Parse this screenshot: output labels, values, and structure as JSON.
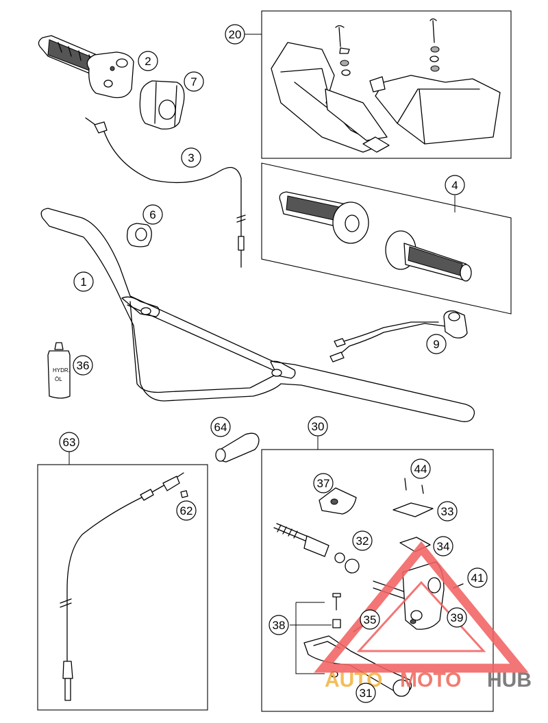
{
  "diagram": {
    "callouts": [
      {
        "id": "c1",
        "label": "1"
      },
      {
        "id": "c2",
        "label": "2"
      },
      {
        "id": "c3",
        "label": "3"
      },
      {
        "id": "c4",
        "label": "4"
      },
      {
        "id": "c6",
        "label": "6"
      },
      {
        "id": "c7",
        "label": "7"
      },
      {
        "id": "c9",
        "label": "9"
      },
      {
        "id": "c20",
        "label": "20"
      },
      {
        "id": "c30",
        "label": "30"
      },
      {
        "id": "c31",
        "label": "31"
      },
      {
        "id": "c32",
        "label": "32"
      },
      {
        "id": "c33",
        "label": "33"
      },
      {
        "id": "c34",
        "label": "34"
      },
      {
        "id": "c35",
        "label": "35"
      },
      {
        "id": "c36",
        "label": "36"
      },
      {
        "id": "c37",
        "label": "37"
      },
      {
        "id": "c38",
        "label": "38"
      },
      {
        "id": "c39",
        "label": "39"
      },
      {
        "id": "c41",
        "label": "41"
      },
      {
        "id": "c44",
        "label": "44"
      },
      {
        "id": "c62",
        "label": "62"
      },
      {
        "id": "c63",
        "label": "63"
      },
      {
        "id": "c64",
        "label": "64"
      }
    ],
    "bottle_label_line1": "HYDR.",
    "bottle_label_line2": "ÖL"
  },
  "watermark": {
    "word_auto": "AUTO",
    "word_moto": "MOTO",
    "word_hub": "HUB",
    "colors": {
      "auto": "#f2b544",
      "moto": "#ee6b5e",
      "hub": "#6d6d6d",
      "triangle": "#f26363"
    }
  }
}
